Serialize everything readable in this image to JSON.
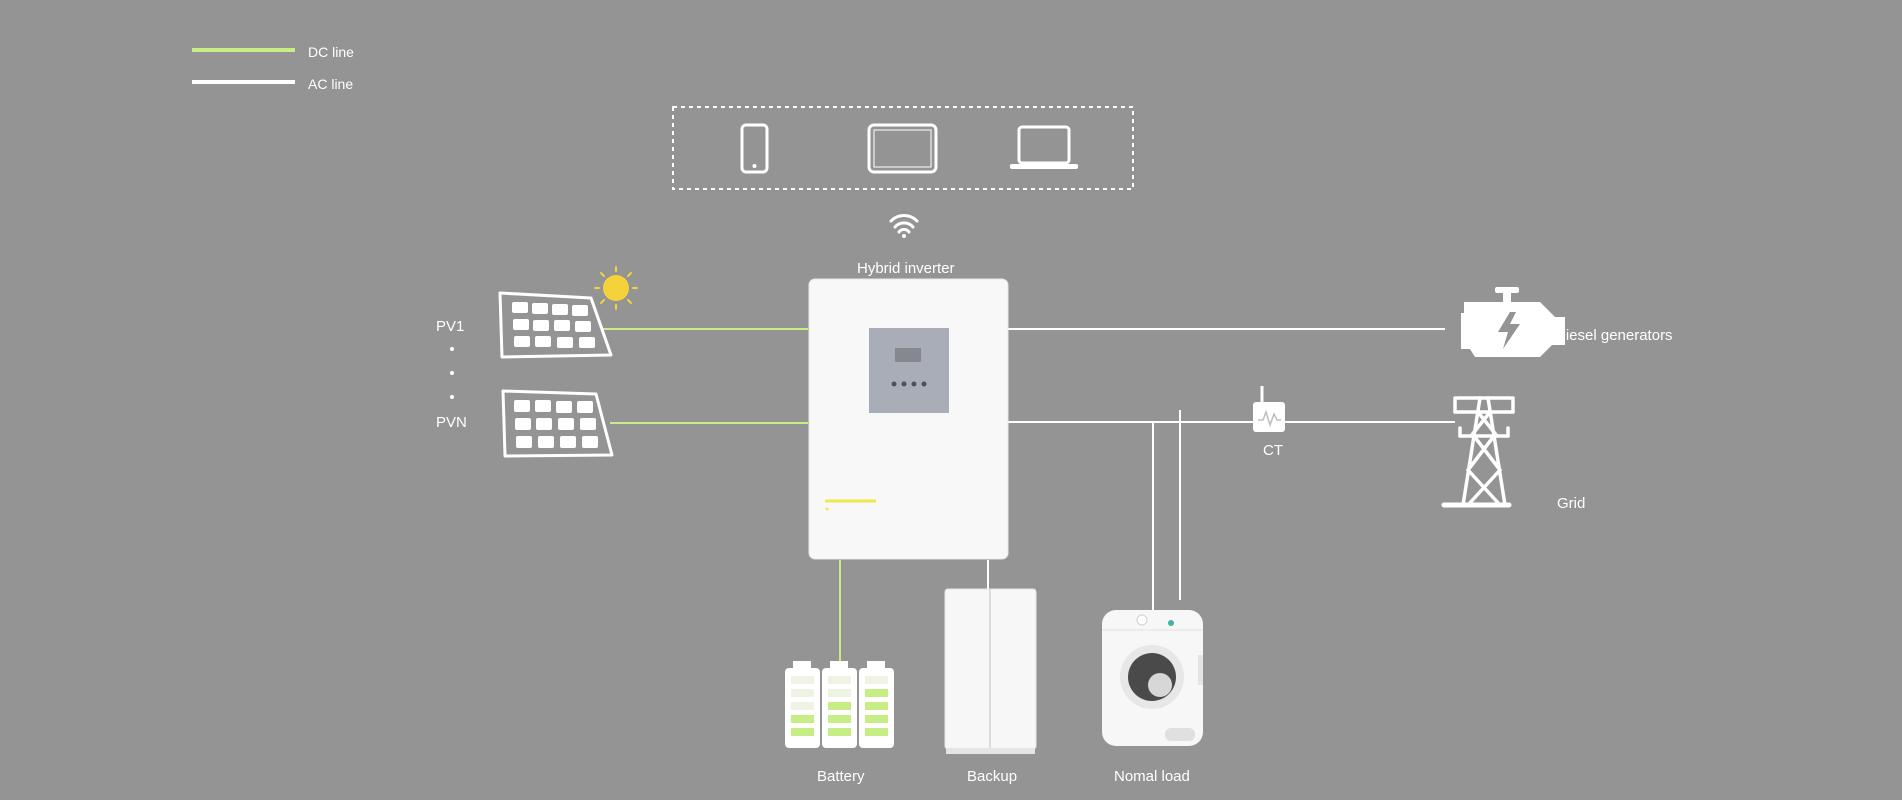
{
  "legend": {
    "dc": {
      "label": "DC line",
      "color": "#c6ee84"
    },
    "ac": {
      "label": "AC line",
      "color": "#ffffff"
    }
  },
  "labels": {
    "inverter": "Hybrid inverter",
    "pv_first": "PV1",
    "pv_last": "PVN",
    "diesel": "Diesel generators",
    "ct": "CT",
    "grid": "Grid",
    "battery": "Battery",
    "backup": "Backup",
    "load": "Nomal load"
  },
  "icons": {
    "devices": [
      "smartphone-icon",
      "tablet-icon",
      "laptop-icon"
    ],
    "wifi": "wifi-icon",
    "sun": "sun-icon",
    "engine": "engine-icon",
    "tower": "power-tower-icon",
    "washer": "washing-machine-icon"
  },
  "colors": {
    "background": "#949494",
    "dc_line": "#c6ee84",
    "ac_line": "#ffffff",
    "sun": "#f5d23a",
    "battery_cell": "#c6ee84"
  }
}
